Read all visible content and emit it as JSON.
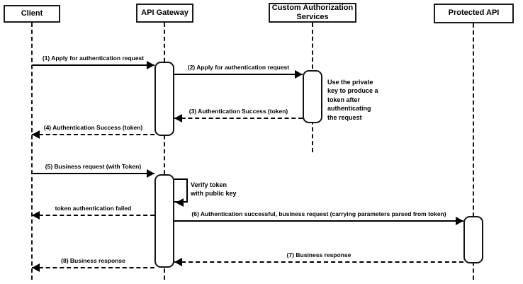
{
  "diagram": {
    "type": "uml-sequence-diagram",
    "participants": [
      {
        "label": "Client"
      },
      {
        "label": "API Gateway"
      },
      {
        "label": "Custom Authorization\nServices"
      },
      {
        "label": "Protected API"
      }
    ],
    "messages": [
      {
        "label": "(1) Apply for authentication request",
        "from": "Client",
        "to": "API Gateway",
        "line": "solid"
      },
      {
        "label": "(2) Apply for authentication request",
        "from": "API Gateway",
        "to": "Custom Authorization Services",
        "line": "solid"
      },
      {
        "label": "(3) Authentication Success (token)",
        "from": "Custom Authorization Services",
        "to": "API Gateway",
        "line": "dashed"
      },
      {
        "label": "(4) Authentication Success (token)",
        "from": "API Gateway",
        "to": "Client",
        "line": "dashed"
      },
      {
        "label": "(5) Business request (with Token)",
        "from": "Client",
        "to": "API Gateway",
        "line": "solid"
      },
      {
        "label": "token authentication failed",
        "from": "API Gateway",
        "to": "Client",
        "line": "dashed"
      },
      {
        "label": "(6) Authentication successful, business request (carrying parameters parsed from token)",
        "from": "API Gateway",
        "to": "Protected API",
        "line": "solid"
      },
      {
        "label": "(7) Business response",
        "from": "Protected API",
        "to": "API Gateway",
        "line": "dashed"
      },
      {
        "label": "(8) Business response",
        "from": "API Gateway",
        "to": "Client",
        "line": "dashed"
      }
    ],
    "self_message": {
      "label": "Verify token\nwith public key",
      "on": "API Gateway"
    },
    "notes": [
      {
        "label": "Use the private\nkey to produce a\ntoken after\nauthenticating\nthe request",
        "attached_to": "Custom Authorization Services"
      }
    ],
    "colors": {
      "line": "#000000",
      "border": "#1a1a1a",
      "background": "#ffffff",
      "text": "#000000"
    }
  }
}
